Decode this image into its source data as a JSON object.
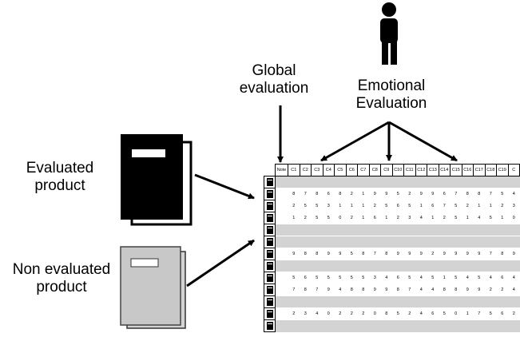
{
  "labels": {
    "global": [
      "Global",
      "evaluation"
    ],
    "emotional": [
      "Emotional",
      "Evaluation"
    ],
    "evaluated": [
      "Evaluated",
      "product"
    ],
    "non_evaluated": [
      "Non evaluated",
      "product"
    ]
  },
  "icons": {
    "person": "person-icon",
    "evaluated_book": "black-book-icon",
    "non_evaluated_book": "gray-book-icon",
    "row_marker": "book-icon"
  },
  "colors": {
    "gray_row": "#d3d3d3",
    "book_dark": "#000000",
    "book_light": "#d3d3d3"
  },
  "matrix": {
    "columns": [
      "Note",
      "C1",
      "C2",
      "C3",
      "C4",
      "C5",
      "C6",
      "C7",
      "C8",
      "C9",
      "C10",
      "C11",
      "C12",
      "C13",
      "C14",
      "C15",
      "C16",
      "C17",
      "C18",
      "C19",
      "C"
    ],
    "rows": [
      {
        "gray": true,
        "values": []
      },
      {
        "gray": false,
        "values": [
          "8",
          "7",
          "8",
          "6",
          "8",
          "2",
          "1",
          "9",
          "9",
          "5",
          "2",
          "9",
          "9",
          "6",
          "7",
          "8",
          "8",
          "7",
          "5",
          "4"
        ]
      },
      {
        "gray": false,
        "values": [
          "2",
          "5",
          "5",
          "3",
          "1",
          "1",
          "1",
          "2",
          "5",
          "6",
          "5",
          "1",
          "6",
          "7",
          "5",
          "2",
          "1",
          "1",
          "2",
          "3"
        ]
      },
      {
        "gray": false,
        "values": [
          "1",
          "2",
          "5",
          "5",
          "0",
          "2",
          "1",
          "6",
          "1",
          "2",
          "3",
          "4",
          "1",
          "2",
          "5",
          "1",
          "4",
          "5",
          "1",
          "0"
        ]
      },
      {
        "gray": true,
        "values": []
      },
      {
        "gray": true,
        "values": []
      },
      {
        "gray": false,
        "values": [
          "9",
          "8",
          "8",
          "9",
          "9",
          "5",
          "8",
          "7",
          "8",
          "9",
          "9",
          "9",
          "2",
          "9",
          "9",
          "9",
          "9",
          "7",
          "8",
          "9"
        ]
      },
      {
        "gray": true,
        "values": []
      },
      {
        "gray": false,
        "values": [
          "5",
          "6",
          "5",
          "5",
          "5",
          "5",
          "5",
          "3",
          "4",
          "6",
          "5",
          "4",
          "5",
          "1",
          "5",
          "4",
          "5",
          "4",
          "6",
          "4"
        ]
      },
      {
        "gray": false,
        "values": [
          "7",
          "8",
          "7",
          "9",
          "4",
          "8",
          "8",
          "9",
          "9",
          "8",
          "7",
          "4",
          "4",
          "8",
          "8",
          "9",
          "9",
          "2",
          "2",
          "4"
        ]
      },
      {
        "gray": true,
        "values": []
      },
      {
        "gray": false,
        "values": [
          "2",
          "3",
          "4",
          "0",
          "2",
          "2",
          "2",
          "0",
          "8",
          "5",
          "2",
          "4",
          "6",
          "5",
          "0",
          "1",
          "7",
          "5",
          "6",
          "2"
        ]
      },
      {
        "gray": true,
        "values": []
      }
    ]
  }
}
